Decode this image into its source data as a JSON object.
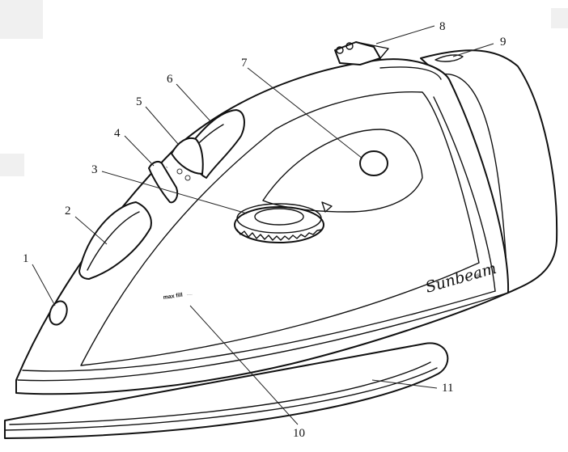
{
  "diagram": {
    "brand_name": "Sunbeam",
    "brand_mark": "®",
    "max_fill_label": "max fill",
    "max_fill_small": "~~~~",
    "callouts": [
      {
        "number": "1"
      },
      {
        "number": "2"
      },
      {
        "number": "3"
      },
      {
        "number": "4"
      },
      {
        "number": "5"
      },
      {
        "number": "6"
      },
      {
        "number": "7"
      },
      {
        "number": "8"
      },
      {
        "number": "9"
      },
      {
        "number": "10"
      },
      {
        "number": "11"
      }
    ]
  }
}
